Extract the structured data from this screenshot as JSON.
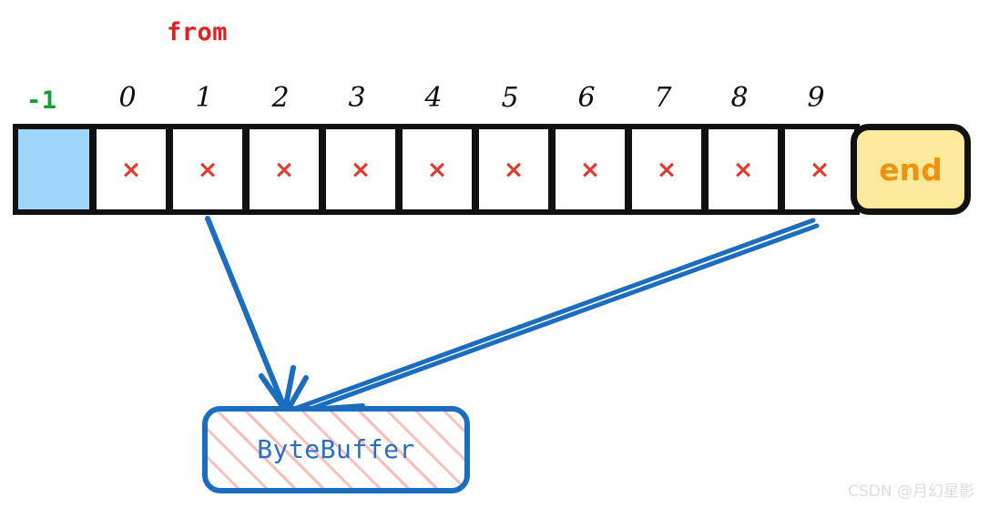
{
  "diagram": {
    "from_label": "from",
    "neg_index_label": "-1",
    "indices": [
      "0",
      "1",
      "2",
      "3",
      "4",
      "5",
      "6",
      "7",
      "8",
      "9"
    ],
    "cell_mark": "×",
    "end_label": "end",
    "bytebuffer_label": "ByteBuffer",
    "cells": [
      {
        "index": "-1",
        "state": "filled",
        "mark": ""
      },
      {
        "index": "0",
        "state": "empty",
        "mark": "×"
      },
      {
        "index": "1",
        "state": "empty",
        "mark": "×"
      },
      {
        "index": "2",
        "state": "empty",
        "mark": "×"
      },
      {
        "index": "3",
        "state": "empty",
        "mark": "×"
      },
      {
        "index": "4",
        "state": "empty",
        "mark": "×"
      },
      {
        "index": "5",
        "state": "empty",
        "mark": "×"
      },
      {
        "index": "6",
        "state": "empty",
        "mark": "×"
      },
      {
        "index": "7",
        "state": "empty",
        "mark": "×"
      },
      {
        "index": "8",
        "state": "empty",
        "mark": "×"
      },
      {
        "index": "9",
        "state": "empty",
        "mark": "×"
      }
    ],
    "arrows": [
      {
        "name": "arrow-cell1-to-bytebuffer",
        "from": "cell-1",
        "to": "bytebuffer"
      },
      {
        "name": "arrow-end-to-bytebuffer",
        "from": "end",
        "to": "bytebuffer"
      }
    ],
    "colors": {
      "filled_cell": "#9fd4fb",
      "cell_border": "#111111",
      "mark": "#e23b2e",
      "from_text": "#e02020",
      "neg_index_text": "#12a038",
      "index_text": "#0d0d0d",
      "end_fill": "#fce99a",
      "end_text": "#f0920e",
      "bytebuffer_border": "#1b6dc0",
      "bytebuffer_text": "#2a6fc4",
      "bytebuffer_hatch": "#f7bfb8",
      "arrow": "#1b6dc0"
    }
  },
  "watermark": {
    "text": "CSDN @月幻星影"
  }
}
